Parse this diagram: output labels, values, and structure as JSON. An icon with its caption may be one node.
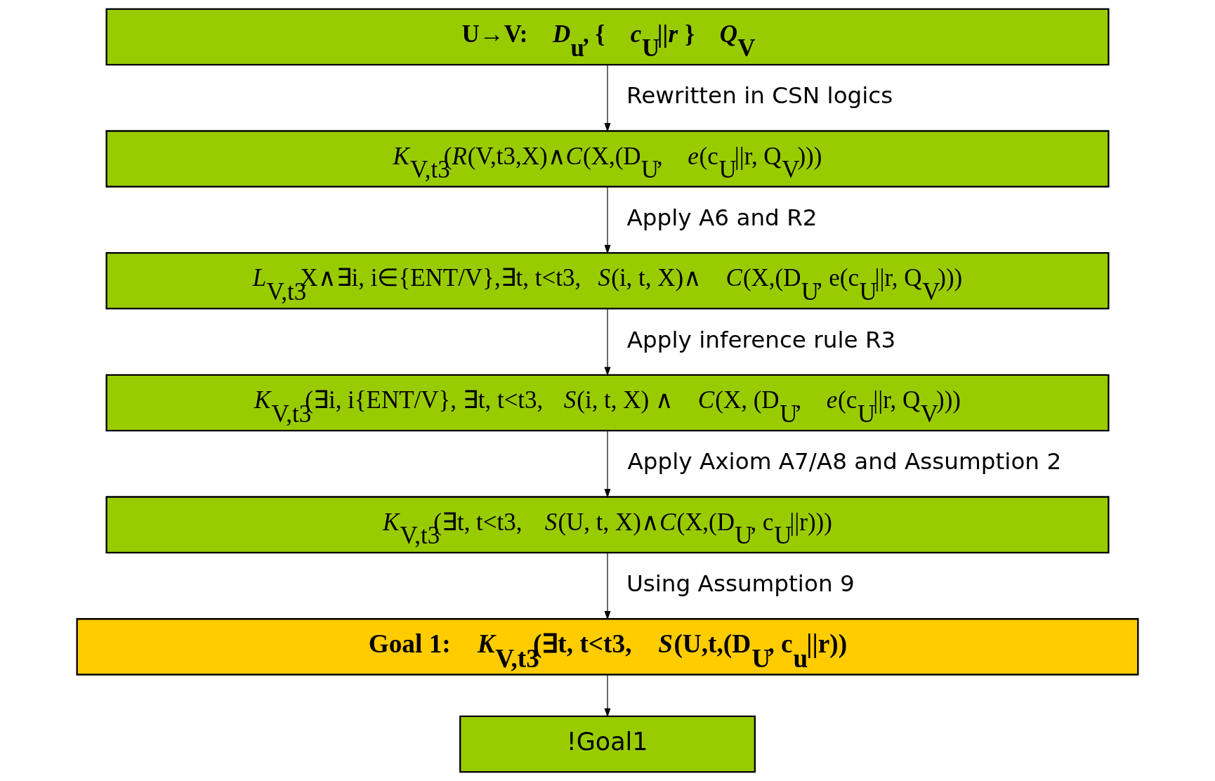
{
  "diagram": {
    "nodes": [
      {
        "text": [
          "U→V: *D*$_{u}$, { *c*$_{U}$*||r* } *Q*$_{V}$"
        ]
      },
      {
        "text": [
          "*K*$_{V,t3}$(*R*(V,t3,X)∧*C*(X,(D$_{U}$, *e*(c$_{U}$||r, Q$_{V}$)))"
        ]
      },
      {
        "text": [
          "*L*$_{V,t3}$X∧∃i, i∈{ENT/V},∃t, t<t3, *S*(i, t, X)∧ *C*(X,(D$_{U}$, e(c$_{U}$||r, Q$_{V}$)))"
        ]
      },
      {
        "text": [
          "*K*$_{V,t3}$(∃i, i{ENT/V}, ∃t, t<t3, *S*(i, t, X) ∧ *C*(X, (D$_{U}$, *e*(c$_{U}$||r, Q$_{V}$)))"
        ]
      },
      {
        "text": [
          "*K*$_{V,t3}$(∃t, t<t3, *S*(U, t, X)∧*C*(X,(D$_{U}$, c$_{U}$||r)))"
        ]
      },
      {
        "text": [
          "Goal 1: *K*$_{V,t3}$(∃t, t<t3, *S*(U,t,(D$_{U}$, c$_{u}$||r))"
        ]
      },
      {
        "text": [
          "!Goal1"
        ]
      }
    ],
    "edges": [
      {
        "from": 0,
        "to": 1,
        "arrow": "to",
        "label": "Rewritten in CSN logics"
      },
      {
        "from": 1,
        "to": 2,
        "arrow": "to",
        "label": "Apply A6 and R2"
      },
      {
        "from": 2,
        "to": 3,
        "arrow": "to",
        "label": "Apply inference rule R3"
      },
      {
        "from": 3,
        "to": 4,
        "arrow": "to",
        "label": "Apply Axiom A7/A8 and Assumption 2"
      },
      {
        "from": 4,
        "to": 5,
        "arrow": "to",
        "label": "Using Assumption 9"
      },
      {
        "from": 5,
        "to": 6,
        "arrow": "to"
      }
    ]
  }
}
